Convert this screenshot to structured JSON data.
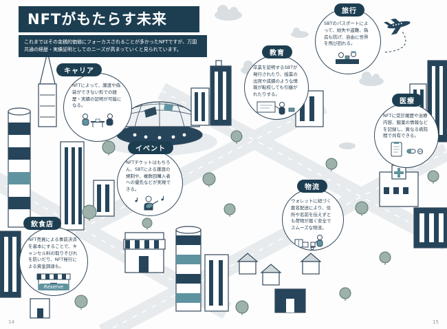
{
  "page": {
    "title": "NFTがもたらす未来",
    "subtitle": "これまではその金銭的価値にフォーカスされることが多かったNFTですが、万国共通の経歴・実績証明としてのニーズが高まっていくと見られています。",
    "page_number_left": "14",
    "page_number_right": "15"
  },
  "colors": {
    "banner_navy": "#1d3e51",
    "illustration_navy": "#26455b",
    "accent_teal": "#5f93a0",
    "outline": "#33485b",
    "road_gray": "#e7ebee"
  },
  "callouts": [
    {
      "id": "career",
      "label": "キャリア",
      "text": "NFTによって、譲渡や偽装ができない形での経歴・実績の証明が可能になる。"
    },
    {
      "id": "education",
      "label": "教育",
      "text": "卒業を証明するSBTが発行されたり、授業の出席や成績のような情報が転校しても引継がれたりする。"
    },
    {
      "id": "travel",
      "label": "旅行",
      "text": "SBTのパスポートによって、紛失や盗難、偽造も防げ、自由に世界を飛び回れる。"
    },
    {
      "id": "medical",
      "label": "医療",
      "text": "NFTに受診履歴や治療内容、服薬の情報などを記録し、異なる病院間で共有できる。"
    },
    {
      "id": "event",
      "label": "イベント",
      "text": "NFTチケットはもちろん、SBTによる譲渡の規制や、複数回購入者への優先などが実現できる。"
    },
    {
      "id": "logistics",
      "label": "物流",
      "text": "ウォレットに紐づく匿名配送により、住所や名前を伝えずとも荷物が届く安全でスムーズな物流。"
    },
    {
      "id": "restaurant",
      "label": "飲食店",
      "text": "NFT売買による事前決済を基本にすることで、キャンセル料の取りそびれを防いだり、NFT発行による資金調達も。"
    }
  ],
  "illustration": {
    "reserve_sign": "Reserve"
  }
}
